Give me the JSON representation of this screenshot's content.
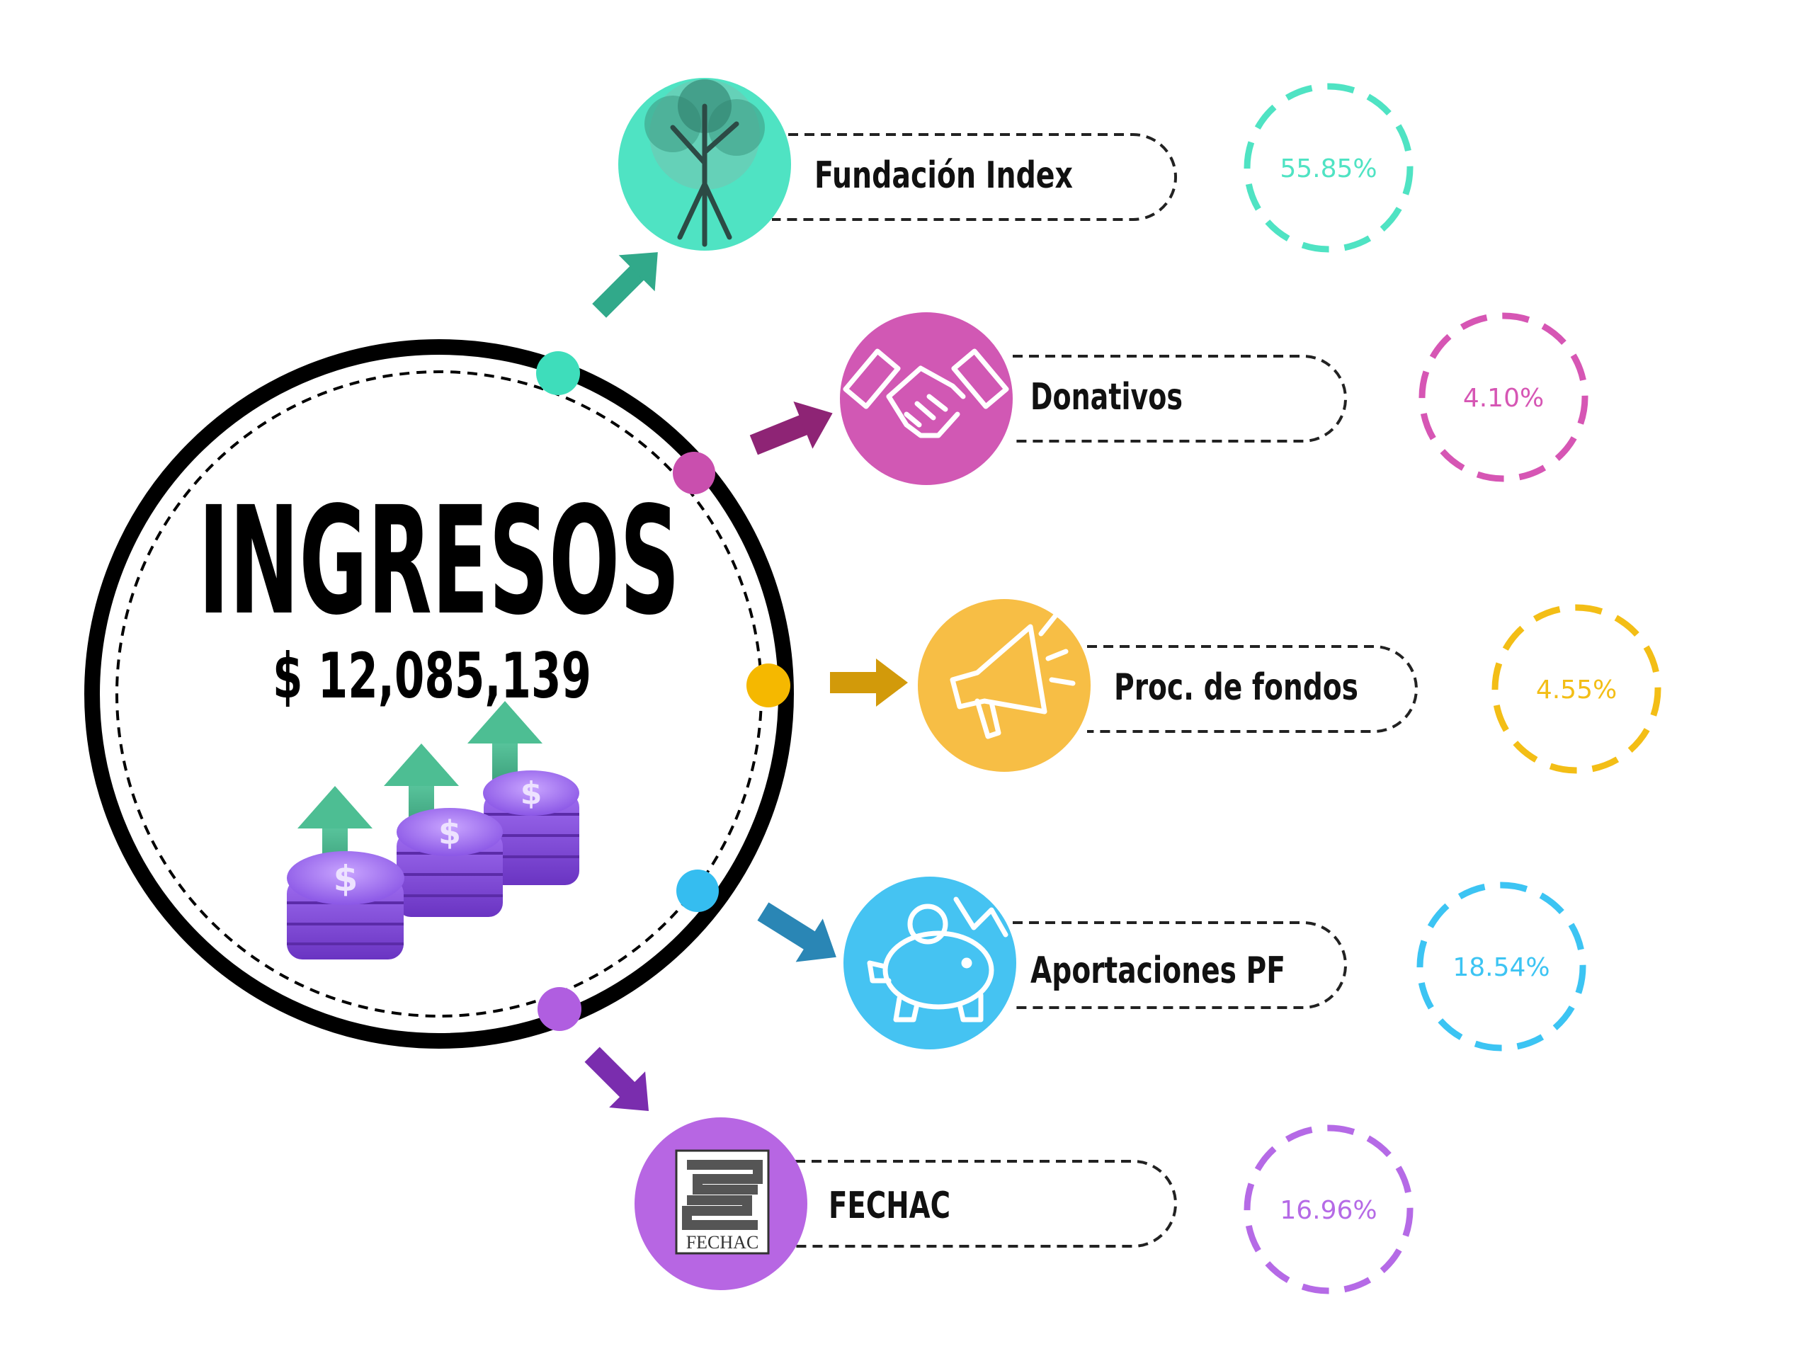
{
  "center": {
    "title": "INGRESOS",
    "total": "$ 12,085,139"
  },
  "sources": [
    {
      "label": "Fundación Index",
      "percent": "55.85%",
      "value": 55.85,
      "color": "#4FE3C3",
      "icon": "tree-icon",
      "connector_color": "#3EDDBB",
      "arrow_color": "#31A98A",
      "ring_color": "#4FE3C3",
      "pct_color": "#4FE3C3"
    },
    {
      "label": "Donativos",
      "percent": "4.10%",
      "value": 4.1,
      "color": "#D158B4",
      "icon": "handshake-icon",
      "connector_color": "#C94FAE",
      "arrow_color": "#8E2475",
      "ring_color": "#D656B4",
      "pct_color": "#D656B4"
    },
    {
      "label": "Proc. de fondos",
      "percent": "4.55%",
      "value": 4.55,
      "color": "#F7BE45",
      "icon": "megaphone-icon",
      "connector_color": "#F5B800",
      "arrow_color": "#D29A0A",
      "ring_color": "#F3BE16",
      "pct_color": "#F3BE16"
    },
    {
      "label": "Aportaciones PF",
      "percent": "18.54%",
      "value": 18.54,
      "color": "#45C3F2",
      "icon": "piggy-bank-icon",
      "connector_color": "#35BDF0",
      "arrow_color": "#2A86B5",
      "ring_color": "#3CC4F3",
      "pct_color": "#3CC4F3"
    },
    {
      "label": "FECHAC",
      "percent": "16.96%",
      "value": 16.96,
      "color": "#B766E3",
      "icon": "fechac-logo",
      "logo_text": "FECHAC",
      "connector_color": "#B05EE0",
      "arrow_color": "#7A2DAE",
      "ring_color": "#B56AE6",
      "pct_color": "#B56AE6"
    }
  ]
}
